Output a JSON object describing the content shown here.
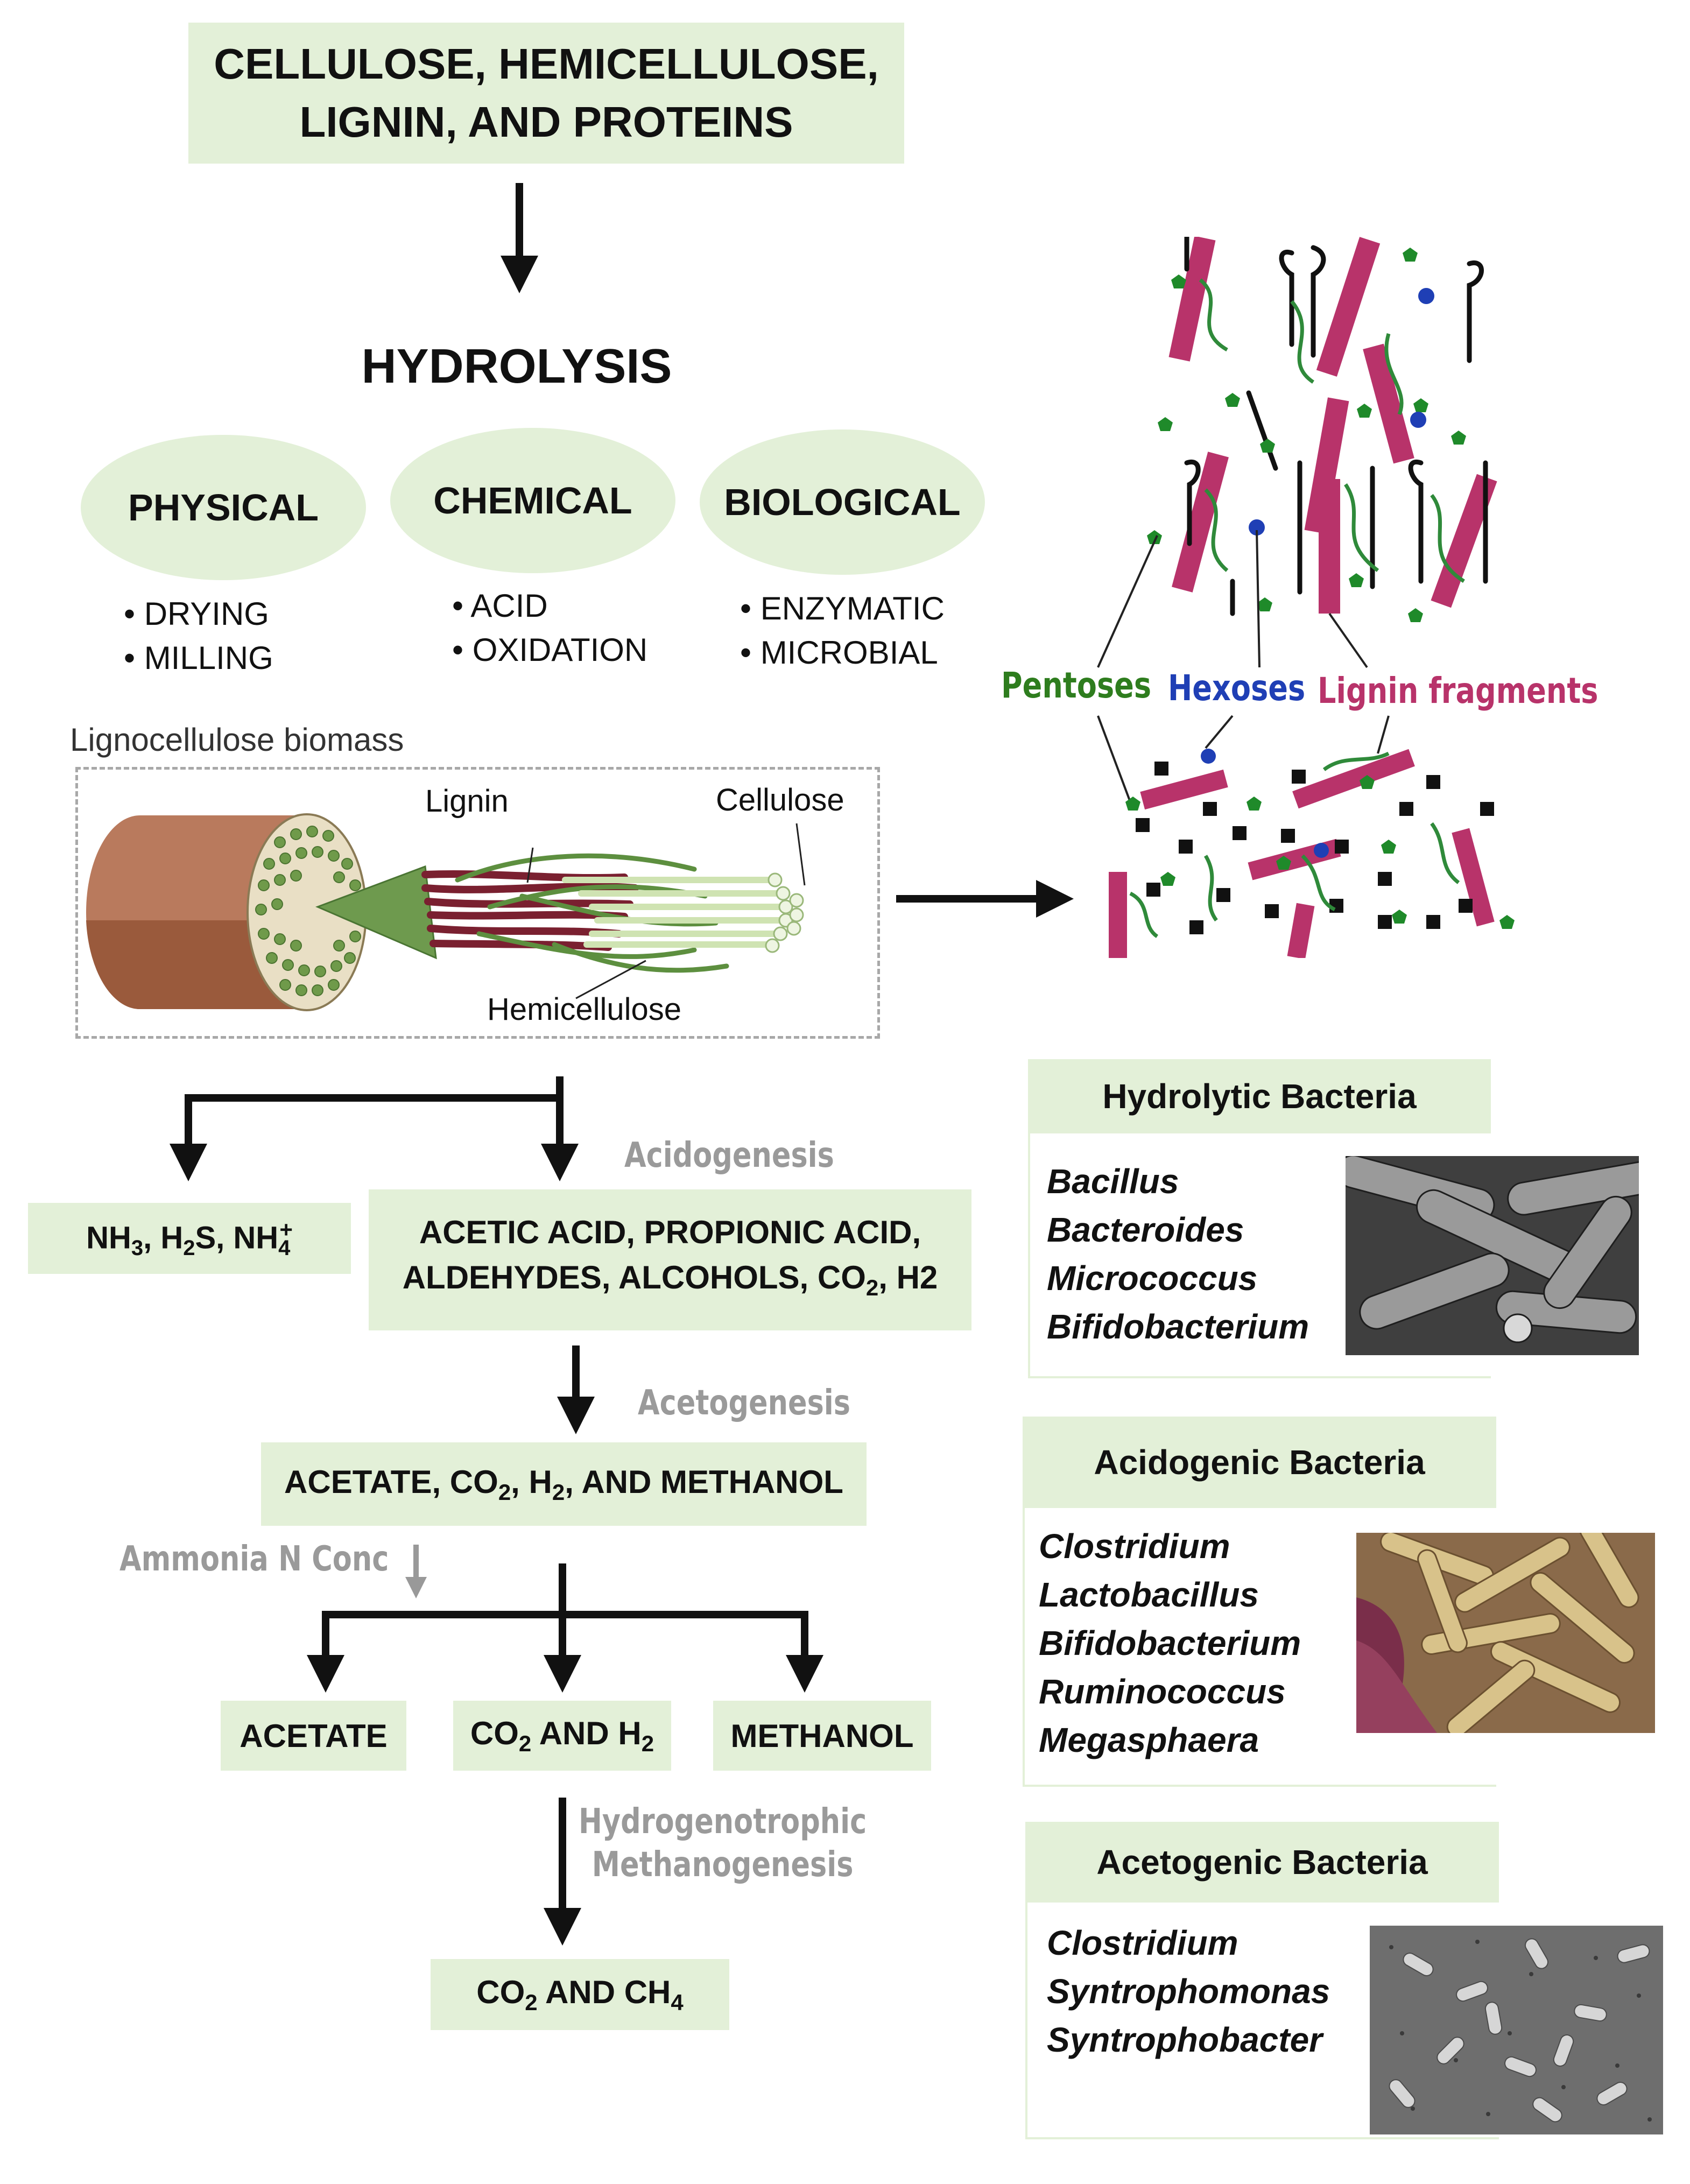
{
  "top": {
    "substrates_line1": "CELLULOSE, HEMICELLULOSE,",
    "substrates_line2": "LIGNIN, AND PROTEINS",
    "hydrolysis": "HYDROLYSIS"
  },
  "methods": [
    {
      "name": "PHYSICAL",
      "items": [
        "DRYING",
        "MILLING"
      ]
    },
    {
      "name": "CHEMICAL",
      "items": [
        "ACID",
        "OXIDATION"
      ]
    },
    {
      "name": "BIOLOGICAL",
      "items": [
        "ENZYMATIC",
        "MICROBIAL"
      ]
    }
  ],
  "biomass": {
    "caption": "Lignocellulose biomass",
    "lignin": "Lignin",
    "cellulose": "Cellulose",
    "hemicellulose": "Hemicellulose"
  },
  "products": {
    "pentoses": "Pentoses",
    "hexoses": "Hexoses",
    "lignin_fragments": "Lignin fragments",
    "pentoses_color": "#2e7d1e",
    "hexoses_color": "#1f3fb5",
    "lignin_color": "#b8336a"
  },
  "flow": {
    "acidogenesis": "Acidogenesis",
    "nh_box": {
      "a": "NH",
      "a_sub": "3",
      "b": ", H",
      "b_sub": "2",
      "c": "S, NH",
      "c_sub": "4",
      "c_sup": "+"
    },
    "acids_line1": "ACETIC ACID, PROPIONIC ACID,",
    "acids_line2_a": "ALDEHYDES, ALCOHOLS, CO",
    "acids_line2_sub": "2",
    "acids_line2_b": ", H2",
    "acetogenesis": "Acetogenesis",
    "acetate_box_a": "ACETATE, CO",
    "acetate_box_b": "2",
    "acetate_box_c": ", H",
    "acetate_box_d": "2",
    "acetate_box_e": ", AND METHANOL",
    "ammonia": "Ammonia N Conc",
    "out_acetate": "ACETATE",
    "out_co2h2_a": "CO",
    "out_co2h2_b": "2",
    "out_co2h2_c": " AND H",
    "out_co2h2_d": "2",
    "out_methanol": "METHANOL",
    "hydrogenotrophic_1": "Hydrogenotrophic",
    "hydrogenotrophic_2": "Methanogenesis",
    "final_a": "CO",
    "final_b": "2",
    "final_c": " AND CH",
    "final_d": "4"
  },
  "bacteria": [
    {
      "title": "Hydrolytic Bacteria",
      "genera": [
        "Bacillus",
        "Bacteroides",
        "Micrococcus",
        "Bifidobacterium"
      ]
    },
    {
      "title": "Acidogenic Bacteria",
      "genera": [
        "Clostridium",
        "Lactobacillus",
        "Bifidobacterium",
        "Ruminococcus",
        "Megasphaera"
      ]
    },
    {
      "title": "Acetogenic Bacteria",
      "genera": [
        "Clostridium",
        "Syntrophomonas",
        "Syntrophobacter"
      ]
    }
  ]
}
